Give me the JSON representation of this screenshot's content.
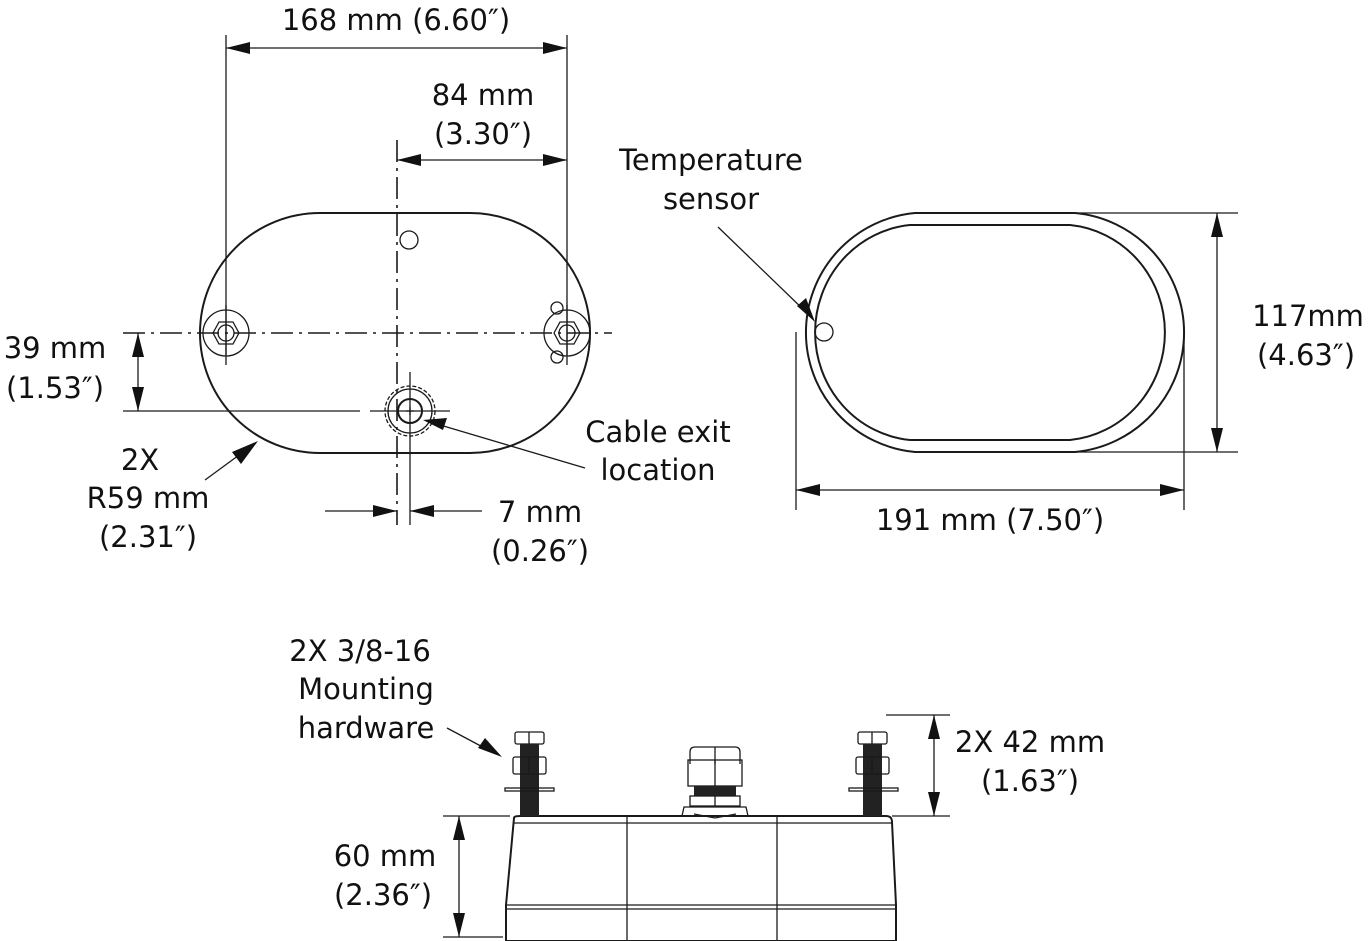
{
  "diagram": {
    "type": "dimensional-drawing",
    "colors": {
      "line": "#1a1a1a",
      "background": "#ffffff"
    },
    "top_view": {
      "overall_width": {
        "line1": "168 mm (6.60″)"
      },
      "half_width": {
        "line1": "84 mm",
        "line2": "(3.30″)"
      },
      "vertical_offset": {
        "line1": "39 mm",
        "line2": "(1.53″)"
      },
      "radius": {
        "line1": "2X",
        "line2": "R59 mm",
        "line3": "(2.31″)"
      },
      "cable_offset": {
        "line1": "7 mm",
        "line2": "(0.26″)"
      },
      "cable_exit": {
        "line1": "Cable exit",
        "line2": "location"
      }
    },
    "bottom_view": {
      "temperature_sensor": {
        "line1": "Temperature",
        "line2": "sensor"
      },
      "height": {
        "line1": "117mm",
        "line2": "(4.63″)"
      },
      "length": {
        "line1": "191 mm (7.50″)"
      }
    },
    "side_view": {
      "hardware": {
        "line1": "2X 3/8-16",
        "line2": "Mounting",
        "line3": "hardware"
      },
      "bolt_height": {
        "line1": "2X 42 mm",
        "line2": "(1.63″)"
      },
      "body_height": {
        "line1": "60 mm",
        "line2": "(2.36″)"
      }
    }
  }
}
